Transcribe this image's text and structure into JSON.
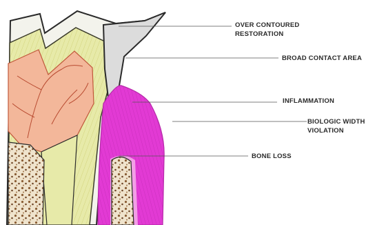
{
  "labels": {
    "over_contoured": {
      "line1": "OVER CONTOURED",
      "line2": "RESTORATION"
    },
    "broad_contact": "BROAD CONTACT AREA",
    "inflammation": "INFLAMMATION",
    "biologic_width": {
      "line1": "BIOLOGIC WIDTH",
      "line2": "VIOLATION"
    },
    "bone_loss": "BONE LOSS"
  },
  "colors": {
    "enamel": "#f2f2ea",
    "dentin": "#e4e7a2",
    "pulp": "#f3b79a",
    "pulp_vessels": "#c0573a",
    "gingiva": "#e23ad4",
    "gingiva_light": "#f28fe4",
    "bone": "#8b5e35",
    "bone_bg": "#f0e6d2",
    "ink": "#2a2a2a"
  }
}
